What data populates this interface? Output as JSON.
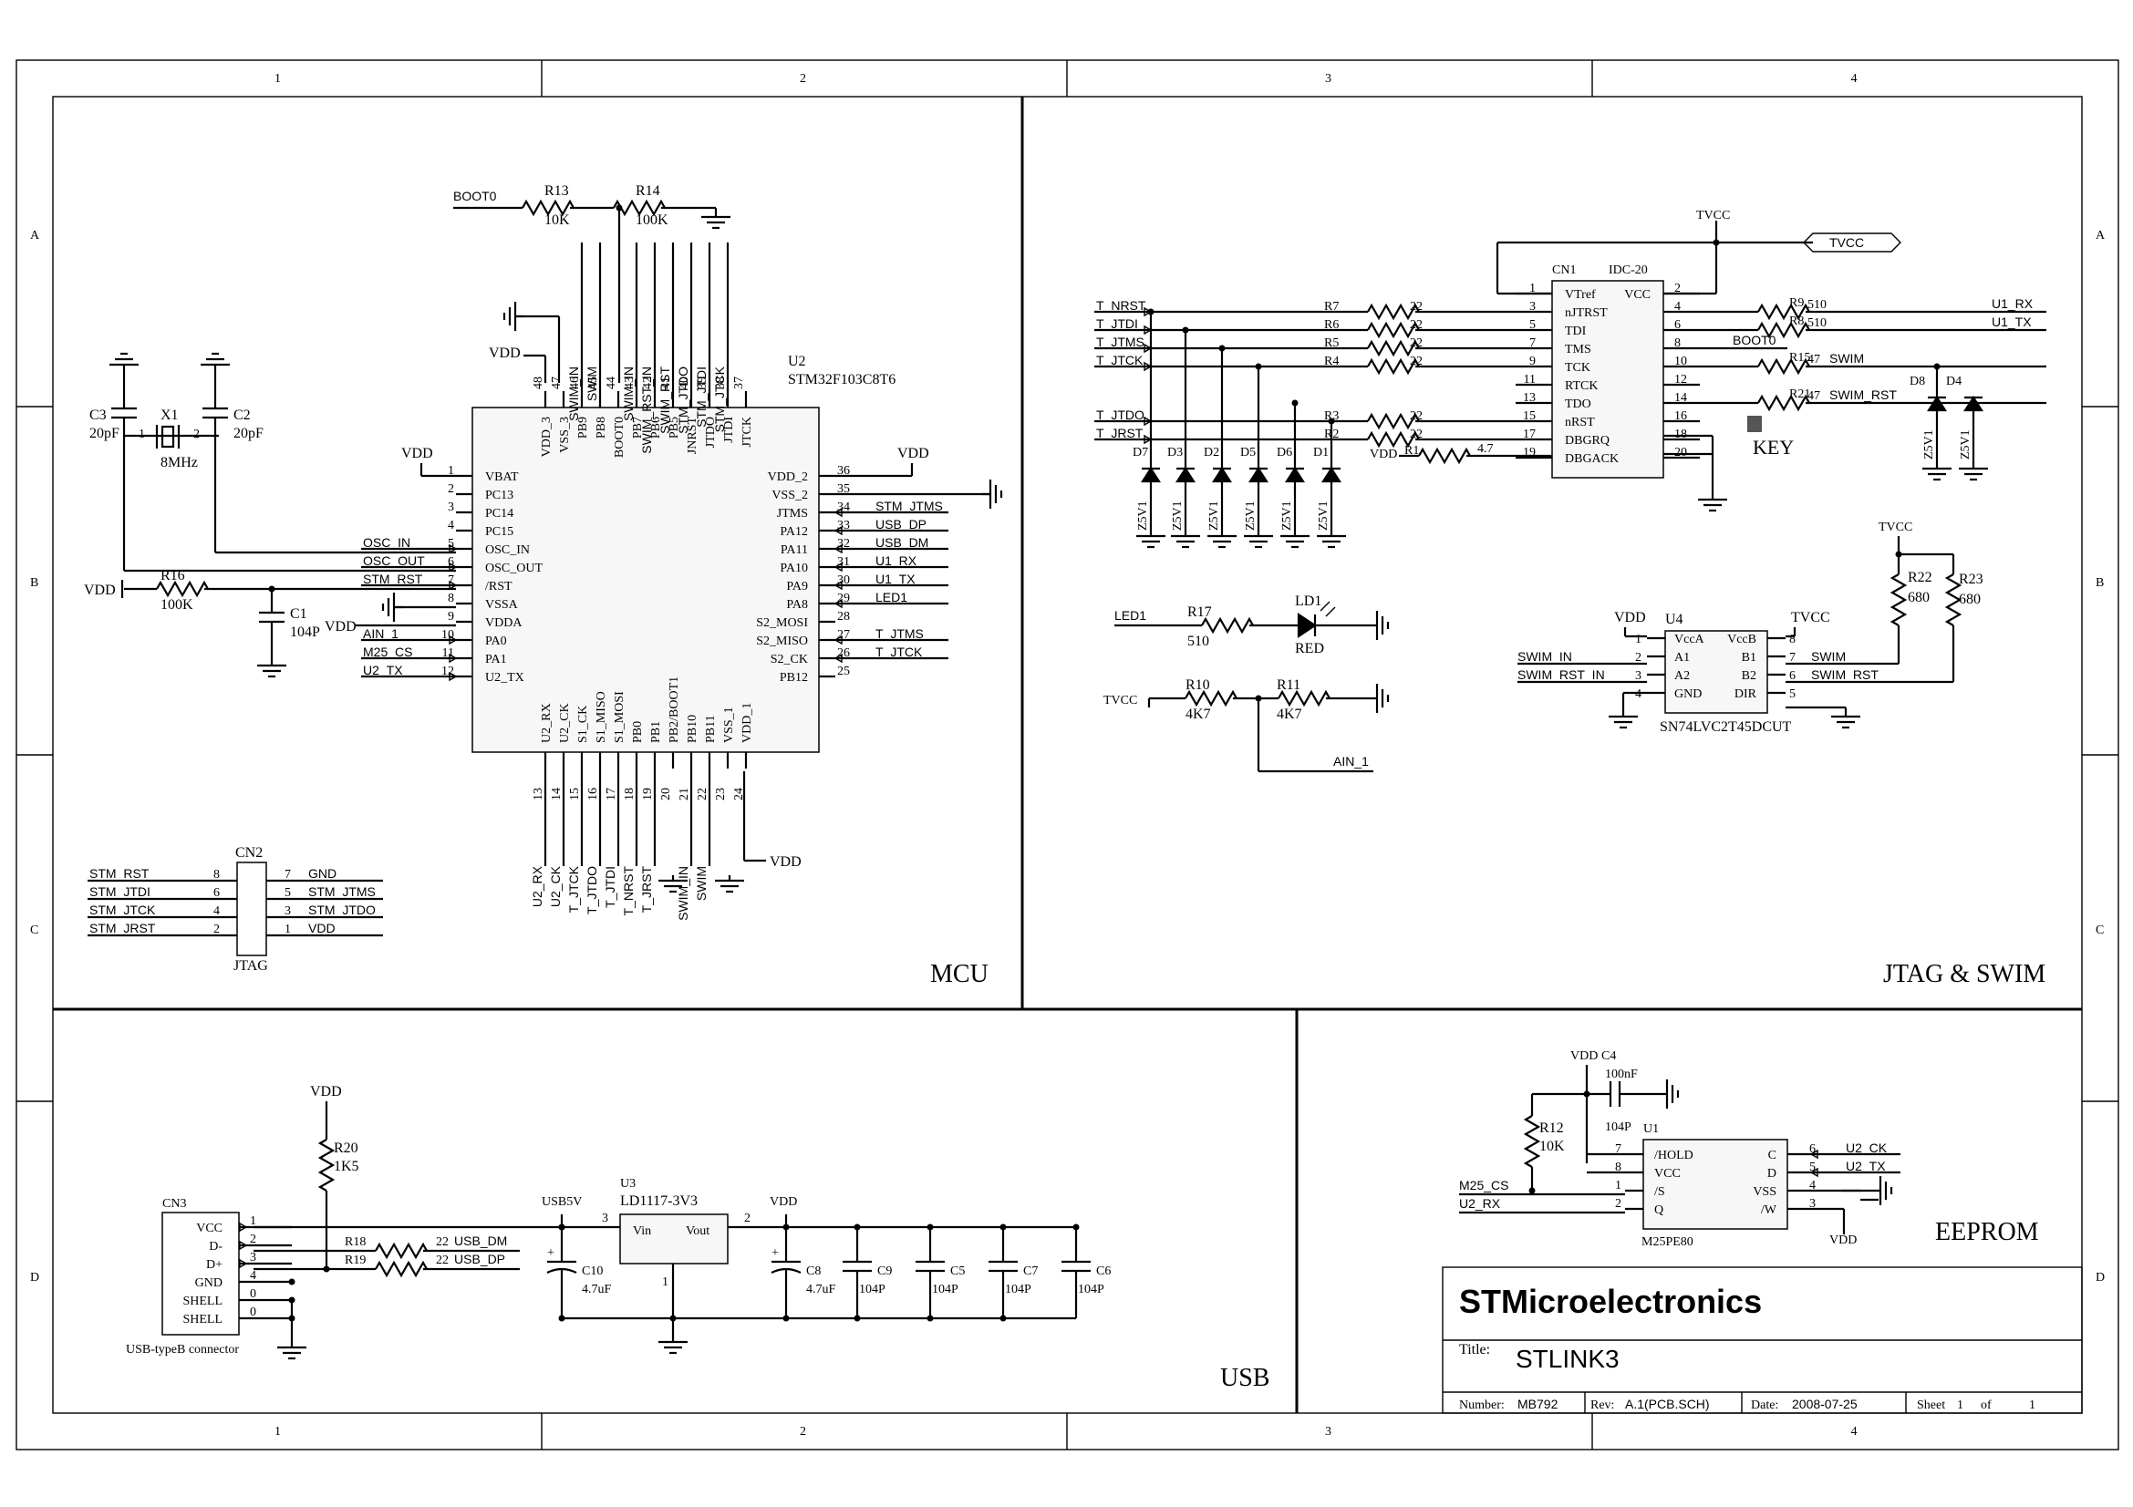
{
  "frame": {
    "cols": [
      "1",
      "2",
      "3",
      "4"
    ],
    "rows": [
      "A",
      "B",
      "C",
      "D"
    ]
  },
  "sections": {
    "mcu": "MCU",
    "jtag": "JTAG & SWIM",
    "usb": "USB",
    "eeprom": "EEPROM"
  },
  "title_block": {
    "company": "STMicroelectronics",
    "title_label": "Title:",
    "title": "STLINK3",
    "number_label": "Number:",
    "number": "MB792",
    "rev_label": "Rev:",
    "rev": "A.1(PCB.SCH)",
    "date_label": "Date:",
    "date": "2008-07-25",
    "sheet_label": "Sheet",
    "sheet": "1",
    "of_label": "of",
    "of": "1"
  },
  "mcu": {
    "ref": "U2",
    "part": "STM32F103C8T6",
    "left_pins": [
      {
        "num": "1",
        "name": "VBAT"
      },
      {
        "num": "2",
        "name": "PC13"
      },
      {
        "num": "3",
        "name": "PC14"
      },
      {
        "num": "4",
        "name": "PC15"
      },
      {
        "num": "5",
        "name": "OSC_IN"
      },
      {
        "num": "6",
        "name": "OSC_OUT"
      },
      {
        "num": "7",
        "name": "/RST"
      },
      {
        "num": "8",
        "name": "VSSA"
      },
      {
        "num": "9",
        "name": "VDDA"
      },
      {
        "num": "10",
        "name": "PA0"
      },
      {
        "num": "11",
        "name": "PA1"
      },
      {
        "num": "12",
        "name": "U2_TX"
      }
    ],
    "right_pins": [
      {
        "num": "36",
        "name": "VDD_2"
      },
      {
        "num": "35",
        "name": "VSS_2"
      },
      {
        "num": "34",
        "name": "JTMS"
      },
      {
        "num": "33",
        "name": "PA12"
      },
      {
        "num": "32",
        "name": "PA11"
      },
      {
        "num": "31",
        "name": "PA10"
      },
      {
        "num": "30",
        "name": "PA9"
      },
      {
        "num": "29",
        "name": "PA8"
      },
      {
        "num": "28",
        "name": "S2_MOSI"
      },
      {
        "num": "27",
        "name": "S2_MISO"
      },
      {
        "num": "26",
        "name": "S2_CK"
      },
      {
        "num": "25",
        "name": "PB12"
      }
    ],
    "top_pins": [
      {
        "num": "48",
        "name": "VDD_3"
      },
      {
        "num": "47",
        "name": "VSS_3"
      },
      {
        "num": "46",
        "name": "PB9"
      },
      {
        "num": "45",
        "name": "PB8"
      },
      {
        "num": "44",
        "name": "BOOT0"
      },
      {
        "num": "43",
        "name": "PB7"
      },
      {
        "num": "42",
        "name": "PB6"
      },
      {
        "num": "41",
        "name": "PB5"
      },
      {
        "num": "40",
        "name": "JNRST"
      },
      {
        "num": "39",
        "name": "JTDO"
      },
      {
        "num": "38",
        "name": "JTDI"
      },
      {
        "num": "37",
        "name": "JTCK"
      }
    ],
    "bottom_pins": [
      {
        "num": "13",
        "name": "U2_RX"
      },
      {
        "num": "14",
        "name": "U2_CK"
      },
      {
        "num": "15",
        "name": "S1_CK"
      },
      {
        "num": "16",
        "name": "S1_MISO"
      },
      {
        "num": "17",
        "name": "S1_MOSI"
      },
      {
        "num": "18",
        "name": "PB0"
      },
      {
        "num": "19",
        "name": "PB1"
      },
      {
        "num": "20",
        "name": "PB2/BOOT1"
      },
      {
        "num": "21",
        "name": "PB10"
      },
      {
        "num": "22",
        "name": "PB11"
      },
      {
        "num": "23",
        "name": "VSS_1"
      },
      {
        "num": "24",
        "name": "VDD_1"
      }
    ],
    "left_nets": [
      "",
      "",
      "",
      "",
      "OSC_IN",
      "OSC_OUT",
      "STM_RST",
      "",
      "",
      "AIN_1",
      "M25_CS",
      "U2_TX"
    ],
    "right_nets": [
      "",
      "",
      "STM_JTMS",
      "USB_DP",
      "USB_DM",
      "U1_RX",
      "U1_TX",
      "LED1",
      "",
      "T_JTMS",
      "T_JTCK",
      ""
    ],
    "top_nets": [
      "",
      "",
      "SWIM_IN",
      "SWIM",
      "",
      "SWIM_IN",
      "SWIM_RST_IN",
      "SWIM_RST",
      "STM_JTDO",
      "STM_JTDI",
      "STM_JTCK",
      ""
    ],
    "bottom_nets": [
      "U2_RX",
      "U2_CK",
      "T_JTCK",
      "T_JTDO",
      "T_JTDI",
      "T_NRST",
      "T_JRST",
      "",
      "SWIM_IN",
      "SWIM",
      "",
      ""
    ],
    "boot": {
      "net": "BOOT0",
      "r13": "R13",
      "r13v": "10K",
      "r14": "R14",
      "r14v": "100K"
    },
    "vdd": "VDD",
    "crystal": {
      "ref": "X1",
      "val": "8MHz",
      "c3": "C3",
      "c3v": "20pF",
      "c2": "C2",
      "c2v": "20pF",
      "pin1": "1",
      "pin2": "2"
    },
    "reset": {
      "r16": "R16",
      "r16v": "100K",
      "c1": "C1",
      "c1v": "104P",
      "vdd": "VDD"
    },
    "vdda": "VDD",
    "vdd_bot": "VDD"
  },
  "jtag_conn": {
    "ref": "CN2",
    "label": "JTAG",
    "rows": [
      {
        "lnet": "STM_RST",
        "lnum": "8",
        "rnum": "7",
        "rnet": "GND"
      },
      {
        "lnet": "STM_JTDI",
        "lnum": "6",
        "rnum": "5",
        "rnet": "STM_JTMS"
      },
      {
        "lnet": "STM_JTCK",
        "lnum": "4",
        "rnum": "3",
        "rnet": "STM_JTDO"
      },
      {
        "lnet": "STM_JRST",
        "lnum": "2",
        "rnum": "1",
        "rnet": "VDD"
      }
    ]
  },
  "idc": {
    "ref": "CN1",
    "part": "IDC-20",
    "tvcc": "TVCC",
    "tvcc_port": "TVCC",
    "left": [
      {
        "num": "1",
        "name": "VTref"
      },
      {
        "num": "3",
        "name": "nJTRST"
      },
      {
        "num": "5",
        "name": "TDI"
      },
      {
        "num": "7",
        "name": "TMS"
      },
      {
        "num": "9",
        "name": "TCK"
      },
      {
        "num": "11",
        "name": "RTCK"
      },
      {
        "num": "13",
        "name": "TDO"
      },
      {
        "num": "15",
        "name": "nRST"
      },
      {
        "num": "17",
        "name": "DBGRQ"
      },
      {
        "num": "19",
        "name": "DBGACK"
      }
    ],
    "right": [
      {
        "num": "2",
        "name": "VCC"
      },
      {
        "num": "4",
        "name": ""
      },
      {
        "num": "6",
        "name": ""
      },
      {
        "num": "8",
        "name": ""
      },
      {
        "num": "10",
        "name": ""
      },
      {
        "num": "12",
        "name": ""
      },
      {
        "num": "14",
        "name": ""
      },
      {
        "num": "16",
        "name": ""
      },
      {
        "num": "18",
        "name": ""
      },
      {
        "num": "20",
        "name": ""
      }
    ],
    "left_nets": [
      {
        "net": "T_NRST",
        "r": "R7",
        "v": "22"
      },
      {
        "net": "T_JTDI",
        "r": "R6",
        "v": "22"
      },
      {
        "net": "T_JTMS",
        "r": "R5",
        "v": "22"
      },
      {
        "net": "T_JTCK",
        "r": "R4",
        "v": "22"
      },
      {
        "net": "T_JTDO",
        "r": "R3",
        "v": "22"
      },
      {
        "net": "T_JRST",
        "r": "R2",
        "v": "22"
      }
    ],
    "vdd_r1": {
      "net": "VDD",
      "r": "R1",
      "v": "4.7"
    },
    "right_nets": [
      {
        "net": "U1_RX",
        "r": "R9",
        "v": "510"
      },
      {
        "net": "U1_TX",
        "r": "R8",
        "v": "510"
      },
      {
        "net": "BOOT0",
        "r": "",
        "v": ""
      },
      {
        "net": "SWIM",
        "r": "R15",
        "v": "47"
      },
      {
        "net": "SWIM_RST",
        "r": "R21",
        "v": "47"
      }
    ],
    "key": "KEY",
    "diodes_left": [
      "D7",
      "D3",
      "D2",
      "D5",
      "D6",
      "D1"
    ],
    "diodes_right": [
      "D8",
      "D4"
    ],
    "zener": "Z5V1"
  },
  "led": {
    "net": "LED1",
    "r": "R17",
    "rv": "510",
    "ref": "LD1",
    "color": "RED"
  },
  "divider": {
    "net": "TVCC",
    "r10": "R10",
    "r10v": "4K7",
    "r11": "R11",
    "r11v": "4K7",
    "out": "AIN_1"
  },
  "level": {
    "ref": "U4",
    "part": "SN74LVC2T45DCUT",
    "vdd": "VDD",
    "tvcc": "TVCC",
    "left": [
      {
        "num": "1",
        "name": "VccA"
      },
      {
        "num": "2",
        "name": "A1"
      },
      {
        "num": "3",
        "name": "A2"
      },
      {
        "num": "4",
        "name": "GND"
      }
    ],
    "right": [
      {
        "num": "8",
        "name": "VccB"
      },
      {
        "num": "7",
        "name": "B1"
      },
      {
        "num": "6",
        "name": "B2"
      },
      {
        "num": "5",
        "name": "DIR"
      }
    ],
    "left_nets": [
      "",
      "SWIM_IN",
      "SWIM_RST_IN",
      ""
    ],
    "right_nets": [
      "",
      "SWIM",
      "SWIM_RST",
      ""
    ],
    "pullup_net": "TVCC",
    "r22": "R22",
    "r22v": "680",
    "r23": "R23",
    "r23v": "680"
  },
  "usb": {
    "conn_ref": "CN3",
    "conn_label": "USB-typeB connector",
    "pins": [
      {
        "name": "VCC",
        "num": "1"
      },
      {
        "name": "D-",
        "num": "2"
      },
      {
        "name": "D+",
        "num": "3"
      },
      {
        "name": "GND",
        "num": "4"
      },
      {
        "name": "SHELL",
        "num": "0"
      },
      {
        "name": "SHELL",
        "num": "0"
      }
    ],
    "vdd": "VDD",
    "r20": "R20",
    "r20v": "1K5",
    "r18": "R18",
    "r18v": "22",
    "r18net": "USB_DM",
    "r19": "R19",
    "r19v": "22",
    "r19net": "USB_DP",
    "usb5v": "USB5V",
    "reg_ref": "U3",
    "reg_part": "LD1117-3V3",
    "reg_in": "Vin",
    "reg_out": "Vout",
    "reg_pin_in": "3",
    "reg_pin_out": "2",
    "reg_pin_gnd": "1",
    "vdd_out": "VDD",
    "caps": [
      {
        "ref": "C10",
        "val": "4.7uF"
      },
      {
        "ref": "C8",
        "val": "4.7uF"
      },
      {
        "ref": "C9",
        "val": "104P"
      },
      {
        "ref": "C5",
        "val": "104P"
      },
      {
        "ref": "C7",
        "val": "104P"
      },
      {
        "ref": "C6",
        "val": "104P"
      }
    ]
  },
  "eeprom": {
    "ref": "U1",
    "part": "M25PE80",
    "vdd": "VDD",
    "c4": "C4",
    "c4v": "100nF",
    "c4v2": "104P",
    "r12": "R12",
    "r12v": "10K",
    "left": [
      {
        "num": "7",
        "name": "/HOLD"
      },
      {
        "num": "8",
        "name": "VCC"
      },
      {
        "num": "1",
        "name": "/S"
      },
      {
        "num": "2",
        "name": "Q"
      }
    ],
    "right": [
      {
        "num": "6",
        "name": "C"
      },
      {
        "num": "5",
        "name": "D"
      },
      {
        "num": "4",
        "name": "VSS"
      },
      {
        "num": "3",
        "name": "/W"
      }
    ],
    "left_nets": [
      "",
      "",
      "M25_CS",
      "U2_RX"
    ],
    "right_nets": [
      "U2_CK",
      "U2_TX",
      "",
      ""
    ],
    "vdd_w": "VDD"
  }
}
